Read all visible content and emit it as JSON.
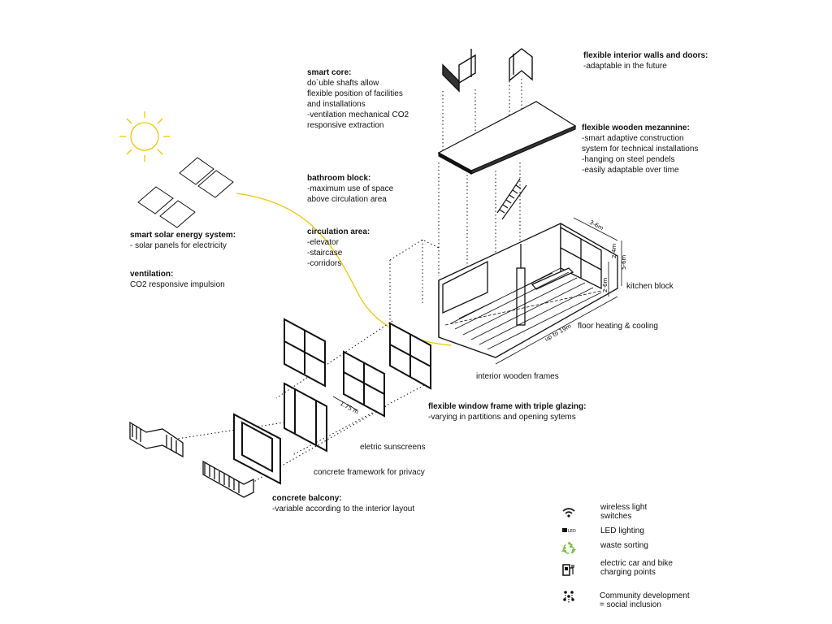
{
  "annotations": {
    "smart_core": {
      "title": "smart core:",
      "lines": [
        "do`uble shafts allow",
        "flexible position of facilities",
        "and installations",
        "-ventilation mechanical CO2",
        "responsive extraction"
      ]
    },
    "interior_walls": {
      "title": "flexible interior walls and doors:",
      "lines": [
        "-adaptable in the future"
      ]
    },
    "mezzanine": {
      "title": "flexible wooden mezannine:",
      "lines": [
        "-smart adaptive construction",
        "system for technical installations",
        "-hanging on steel pendels",
        "-easily adaptable over time"
      ]
    },
    "bathroom": {
      "title": "bathroom block:",
      "lines": [
        "-maximum use of space",
        "above circulation area"
      ]
    },
    "circulation": {
      "title": "circulation area:",
      "lines": [
        "-elevator",
        "-staircase",
        "-corridors"
      ]
    },
    "solar": {
      "title": "smart solar energy system:",
      "lines": [
        "- solar panels for electricity"
      ]
    },
    "ventilation": {
      "title": "ventilation:",
      "lines": [
        "CO2 responsive impulsion"
      ]
    },
    "window_frame": {
      "title": "flexible window frame with triple glazing:",
      "lines": [
        "-varying in partitions and opening sytems"
      ]
    },
    "balcony": {
      "title": "concrete balcony:",
      "lines": [
        "-variable according to the interior layout"
      ]
    }
  },
  "captions": {
    "kitchen": "kitchen block",
    "floor": "floor heating & cooling",
    "wooden_frames": "interior wooden frames",
    "sunscreens": "eletric sunscreens",
    "framework": "concrete framework for privacy"
  },
  "dimensions": {
    "depth": "3-6m",
    "length": "up to 19m",
    "height_a": "2-4m",
    "height_b": "2-6m",
    "height_c": "5-6m",
    "frame_width": "1.75 m"
  },
  "legend": [
    {
      "icon": "wifi-icon",
      "label": "wireless light\nswitches"
    },
    {
      "icon": "led-icon",
      "label": "LED lighting"
    },
    {
      "icon": "recycle-icon",
      "label": "waste sorting"
    },
    {
      "icon": "charging-station-icon",
      "label": "electric car and bike\ncharging points"
    },
    {
      "icon": "community-icon",
      "label": "Community development\n= social inclusion"
    }
  ],
  "colors": {
    "sun": "#f2c500",
    "recycle": "#7cc242",
    "line": "#111111"
  }
}
